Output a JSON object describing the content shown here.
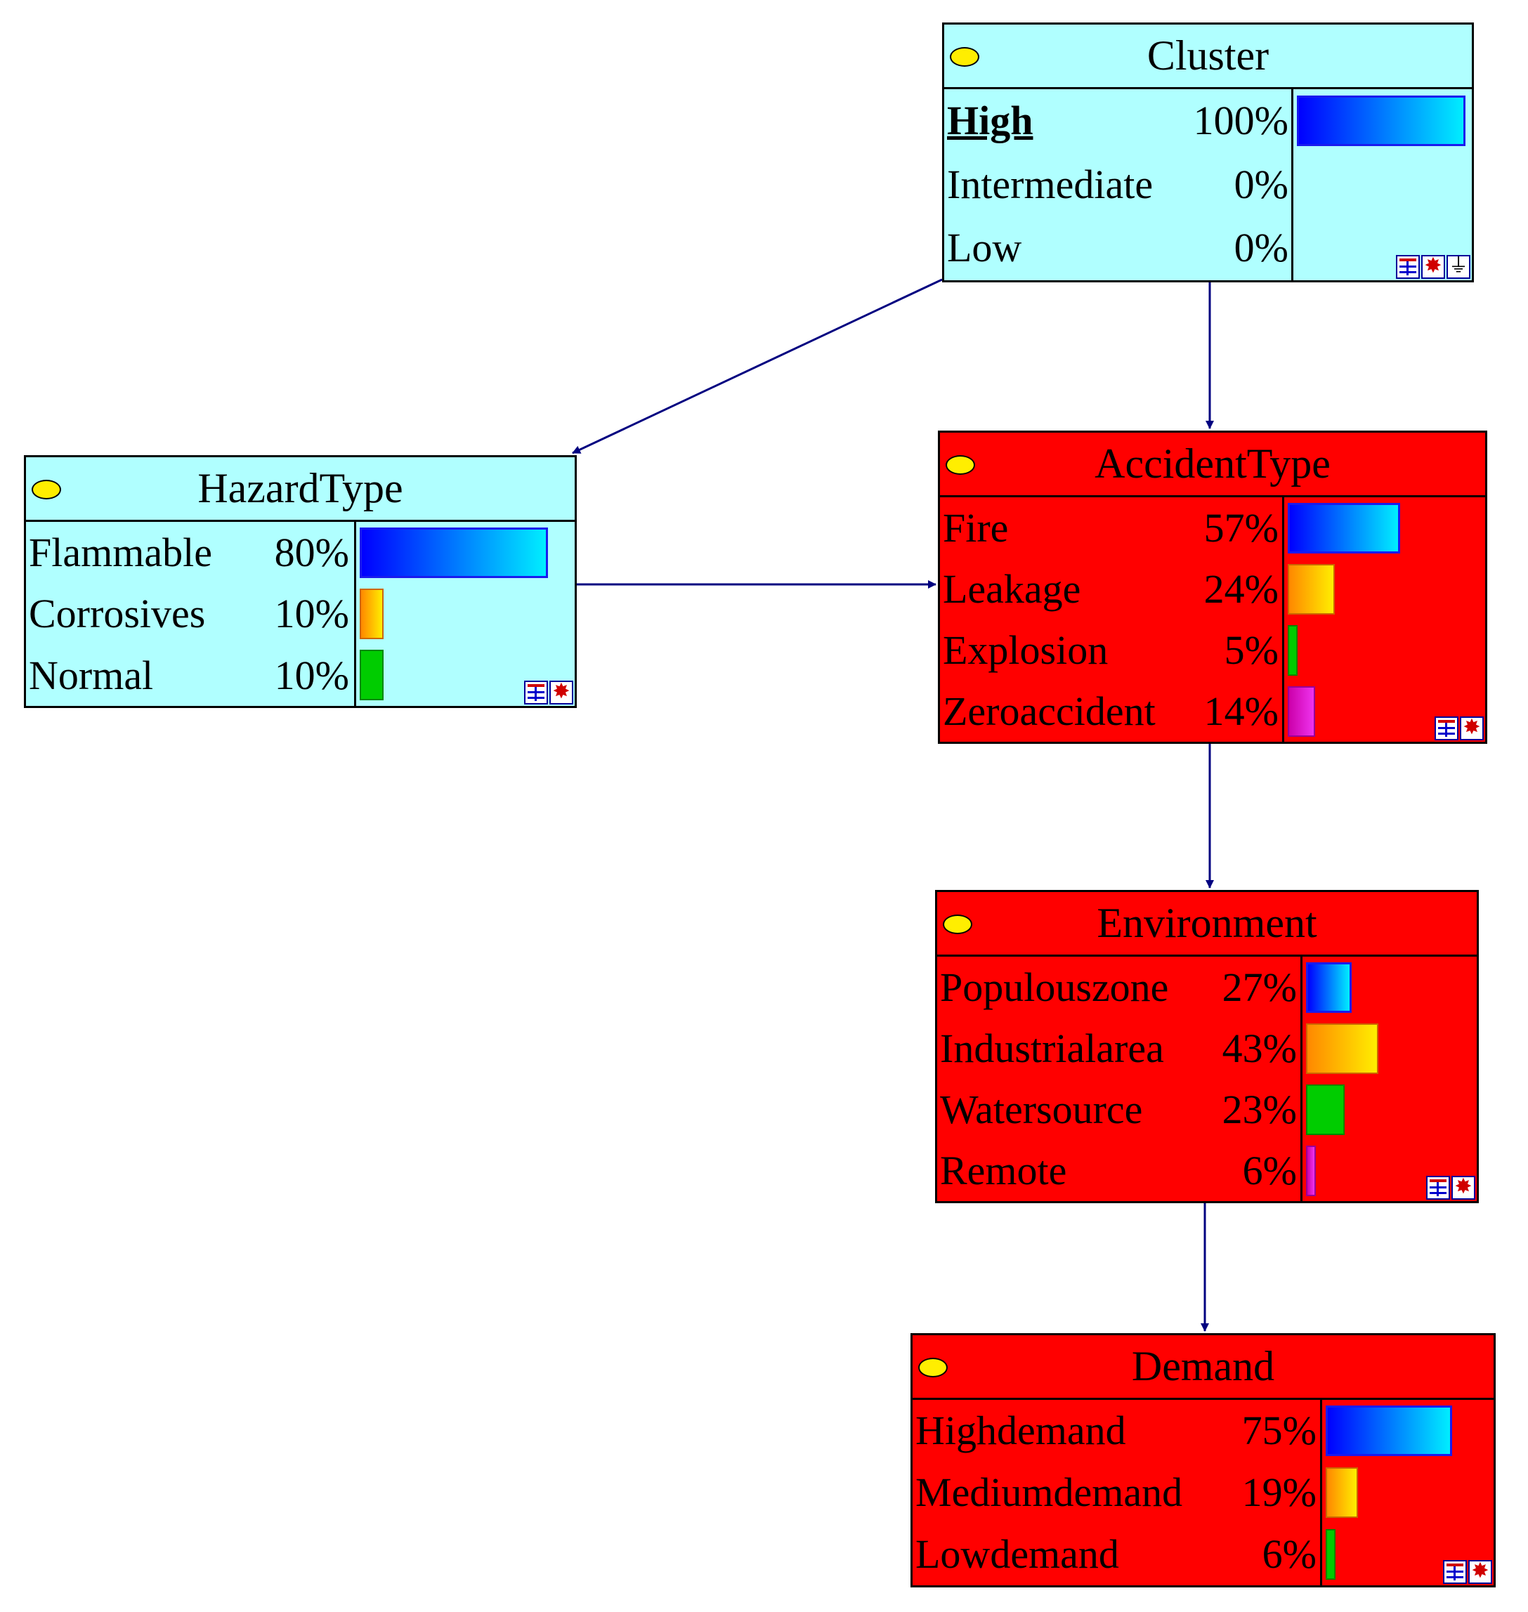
{
  "colors": {
    "edge": "#000080",
    "evidence_node_bg": "#b0ffff",
    "computed_node_bg": "#ff0000",
    "bar_palette": [
      "blue-gradient",
      "orange-gradient",
      "green",
      "magenta-gradient"
    ]
  },
  "nodes": [
    {
      "id": "cluster",
      "title": "Cluster",
      "kind": "evidence",
      "badges": [
        "table-icon",
        "gear-icon",
        "ground-icon"
      ],
      "states": [
        {
          "label": "High",
          "percent": "100%",
          "value": 100,
          "evidence": true
        },
        {
          "label": "Intermediate",
          "percent": "0%",
          "value": 0
        },
        {
          "label": "Low",
          "percent": "0%",
          "value": 0
        }
      ]
    },
    {
      "id": "hazardtype",
      "title": "HazardType",
      "kind": "evidence",
      "badges": [
        "table-icon",
        "gear-icon"
      ],
      "states": [
        {
          "label": "Flammable",
          "percent": "80%",
          "value": 80
        },
        {
          "label": "Corrosives",
          "percent": "10%",
          "value": 10
        },
        {
          "label": "Normal",
          "percent": "10%",
          "value": 10
        }
      ]
    },
    {
      "id": "accidenttype",
      "title": "AccidentType",
      "kind": "computed",
      "badges": [
        "table-icon",
        "gear-icon"
      ],
      "states": [
        {
          "label": "Fire",
          "percent": "57%",
          "value": 57
        },
        {
          "label": "Leakage",
          "percent": "24%",
          "value": 24
        },
        {
          "label": "Explosion",
          "percent": "5%",
          "value": 5
        },
        {
          "label": "Zeroaccident",
          "percent": "14%",
          "value": 14
        }
      ]
    },
    {
      "id": "environment",
      "title": "Environment",
      "kind": "computed",
      "badges": [
        "table-icon",
        "gear-icon"
      ],
      "states": [
        {
          "label": "Populouszone",
          "percent": "27%",
          "value": 27
        },
        {
          "label": "Industrialarea",
          "percent": "43%",
          "value": 43
        },
        {
          "label": "Watersource",
          "percent": "23%",
          "value": 23
        },
        {
          "label": "Remote",
          "percent": "6%",
          "value": 6
        }
      ]
    },
    {
      "id": "demand",
      "title": "Demand",
      "kind": "computed",
      "badges": [
        "table-icon",
        "gear-icon"
      ],
      "states": [
        {
          "label": "Highdemand",
          "percent": "75%",
          "value": 75
        },
        {
          "label": "Mediumdemand",
          "percent": "19%",
          "value": 19
        },
        {
          "label": "Lowdemand",
          "percent": "6%",
          "value": 6
        }
      ]
    }
  ],
  "edges": [
    {
      "from": "cluster",
      "to": "hazardtype"
    },
    {
      "from": "cluster",
      "to": "accidenttype"
    },
    {
      "from": "hazardtype",
      "to": "accidenttype"
    },
    {
      "from": "accidenttype",
      "to": "environment"
    },
    {
      "from": "environment",
      "to": "demand"
    }
  ]
}
